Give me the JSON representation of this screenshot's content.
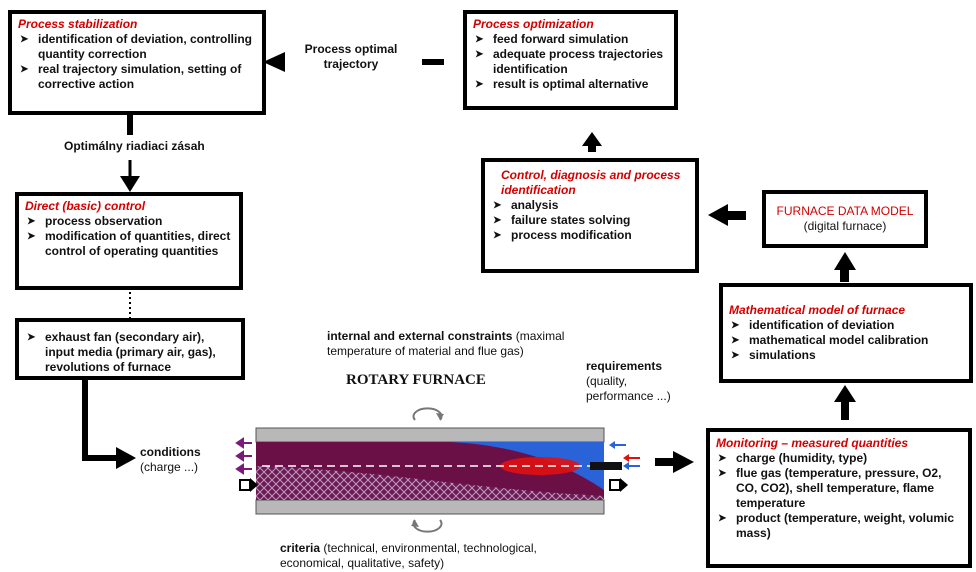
{
  "process_stabilization": {
    "title": "Process stabilization",
    "items": [
      "identification of deviation, controlling quantity correction",
      "real trajectory simulation, setting of corrective action"
    ]
  },
  "process_optimization": {
    "title": "Process optimization",
    "items": [
      "feed forward simulation",
      "adequate process trajectories identification",
      "result is optimal alternative"
    ]
  },
  "optimal_trajectory": "Process optimal trajectory",
  "optimal_intervention": "Optimálny riadiaci zásah",
  "direct_control": {
    "title": "Direct (basic) control",
    "items": [
      "process observation",
      "modification of quantities, direct control of operating quantities"
    ]
  },
  "control_diagnosis": {
    "title": "Control, diagnosis and process identification",
    "items": [
      "analysis",
      "failure states solving",
      "process modification"
    ]
  },
  "furnace_data_model": {
    "title": "FURNACE DATA MODEL",
    "subtitle": "(digital furnace)"
  },
  "mathematical_model": {
    "title": "Mathematical model of furnace",
    "items": [
      "identification of deviation",
      "mathematical model calibration",
      "simulations"
    ]
  },
  "inputs_box": {
    "items": [
      "exhaust fan (secondary air), input media (primary air, gas), revolutions of furnace"
    ]
  },
  "constraints": {
    "bold": "internal and external constraints",
    "normal": "(maximal temperature of material and flue gas)"
  },
  "rotary_furnace": "ROTARY FURNACE",
  "requirements": {
    "bold": "requirements",
    "normal": "(quality, performance ...)"
  },
  "conditions": {
    "bold": "conditions",
    "normal": "(charge ...)"
  },
  "criteria": {
    "bold": "criteria",
    "normal": "(technical, environmental, technological, economical, qualitative, safety)"
  },
  "monitoring": {
    "title": "Monitoring – measured quantities",
    "items": [
      "charge (humidity, type)",
      "flue gas (temperature, pressure, O2, CO, CO2), shell temperature, flame temperature",
      "product (temperature, weight, volumic mass)"
    ]
  },
  "colors": {
    "title_red": "#d40000",
    "furnace_purple": "#6b0f47",
    "furnace_blue": "#2a63d8",
    "flame_red": "#e01010",
    "shell_gray": "#b8b8b8",
    "arrow_purple": "#7a1a7a"
  }
}
